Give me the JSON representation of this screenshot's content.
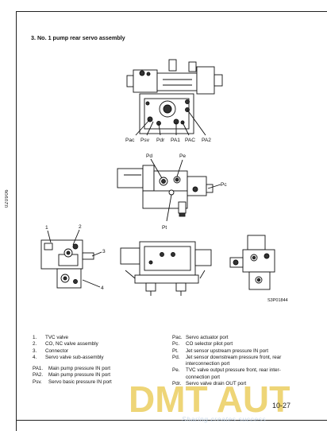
{
  "side_code": "020906",
  "section_title": "3.  No. 1 pump rear servo assembly",
  "figure_id": "S3P01844",
  "page_number": "10-27",
  "top_view_ports": [
    "Pac",
    "Psv",
    "Pdr",
    "PA1",
    "PAC",
    "PA2"
  ],
  "middle_view_ports": {
    "pd": "Pd",
    "pe": "Pe",
    "pc": "Pc",
    "pt": "Pt"
  },
  "callouts": {
    "c1": "1",
    "c2": "2",
    "c3": "3",
    "c4": "4"
  },
  "legend_left": [
    {
      "num": "1.",
      "text": "TVC valve"
    },
    {
      "num": "2.",
      "text": "CO, NC valve assembly"
    },
    {
      "num": "3.",
      "text": "Connector"
    },
    {
      "num": "4.",
      "text": "Servo valve sub-assembly"
    }
  ],
  "legend_left_ports": [
    {
      "abbr": "PA1.",
      "text": "Main pump pressure IN port"
    },
    {
      "abbr": "PA2.",
      "text": "Main pump pressure IN port"
    },
    {
      "abbr": "Psv.",
      "text": "Servo basic pressure IN port"
    }
  ],
  "legend_right": [
    {
      "abbr": "Pac.",
      "text": "Servo actuator port"
    },
    {
      "abbr": "Pc.",
      "text": "CO selector pilot port"
    },
    {
      "abbr": "Pt.",
      "text": "Jet sensor upstream pressure IN port"
    },
    {
      "abbr": "Pd.",
      "text": "Jet sensor downstream pressure front, rear"
    },
    {
      "abbr": "",
      "text": "interconnection port"
    },
    {
      "abbr": "Pe.",
      "text": "TVC valve output pressure front, rear inter-"
    },
    {
      "abbr": "",
      "text": "connection port"
    },
    {
      "abbr": "Pdr.",
      "text": "Servo valve drain OUT port"
    }
  ],
  "watermark": {
    "brand": "DMT AUTO",
    "tagline": "Sharing creates success"
  }
}
